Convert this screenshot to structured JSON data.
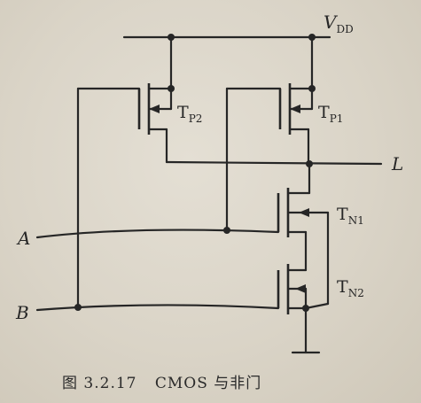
{
  "labels": {
    "vdd_main": "V",
    "vdd_sub": "DD",
    "output": "L",
    "input_a": "A",
    "input_b": "B",
    "tp2_main": "T",
    "tp2_sub": "P2",
    "tp1_main": "T",
    "tp1_sub": "P1",
    "tn1_main": "T",
    "tn1_sub": "N1",
    "tn2_main": "T",
    "tn2_sub": "N2"
  },
  "caption": {
    "figure_number": "图 3.2.17",
    "title": "CMOS 与非门"
  }
}
